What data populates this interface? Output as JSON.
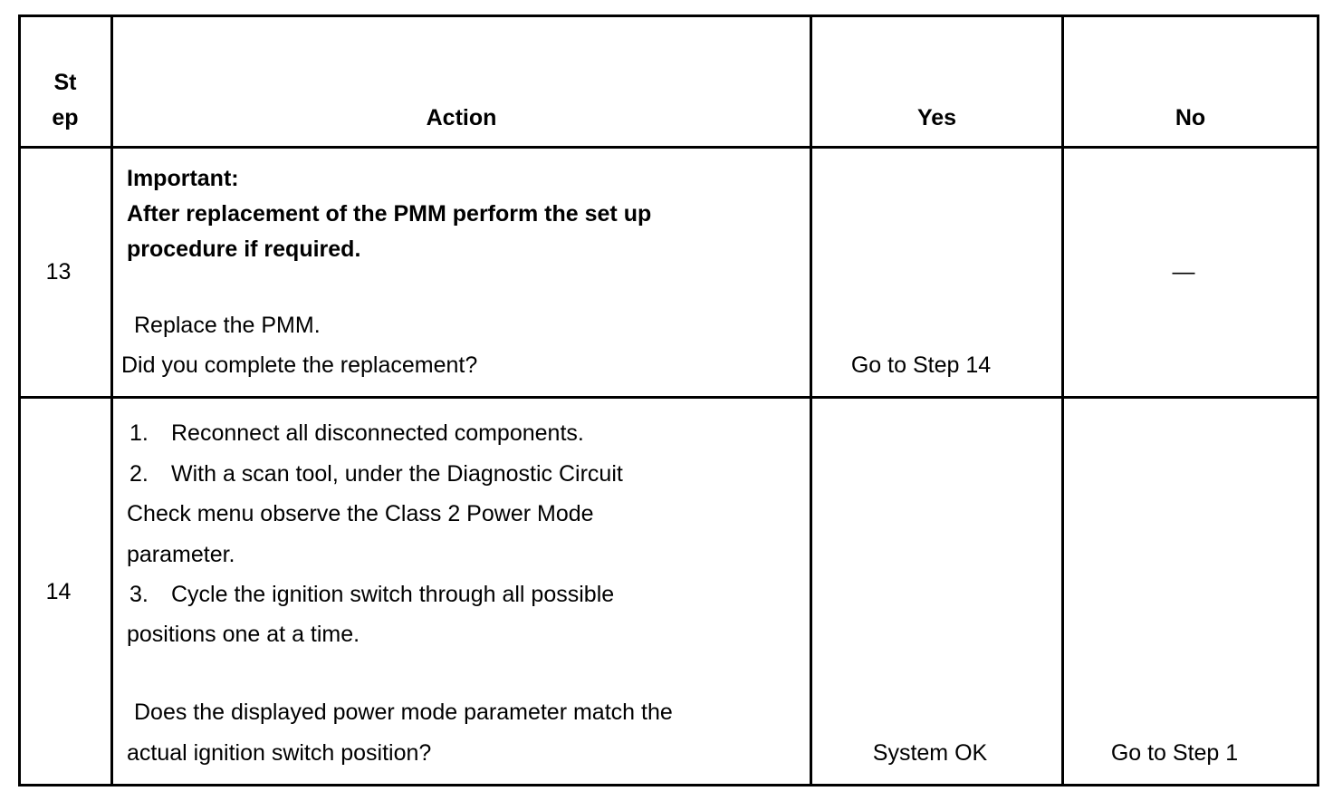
{
  "header": {
    "step_line1": "St",
    "step_line2": "ep",
    "action": "Action",
    "yes": "Yes",
    "no": "No"
  },
  "rows": [
    {
      "step": "13",
      "important_label": "Important:",
      "important_line1": "After replacement of the PMM perform the set up",
      "important_line2": "procedure if required.",
      "instruction": "Replace the PMM.",
      "question": "Did you complete the replacement?",
      "yes": "Go to Step 14",
      "no": "—"
    },
    {
      "step": "14",
      "items": [
        {
          "num": "1.",
          "text": "Reconnect all disconnected components."
        },
        {
          "num": "2.",
          "text": "With a scan tool, under the Diagnostic Circuit"
        },
        {
          "num": "3.",
          "text": "Cycle the ignition switch through all possible"
        }
      ],
      "item2_cont1": "Check menu observe the Class 2 Power Mode",
      "item2_cont2": "parameter.",
      "item3_cont1": "positions one at a time.",
      "question_line1": "Does the displayed power mode parameter match the",
      "question_line2": "actual ignition switch position?",
      "yes": "System OK",
      "no": "Go to Step 1"
    }
  ]
}
